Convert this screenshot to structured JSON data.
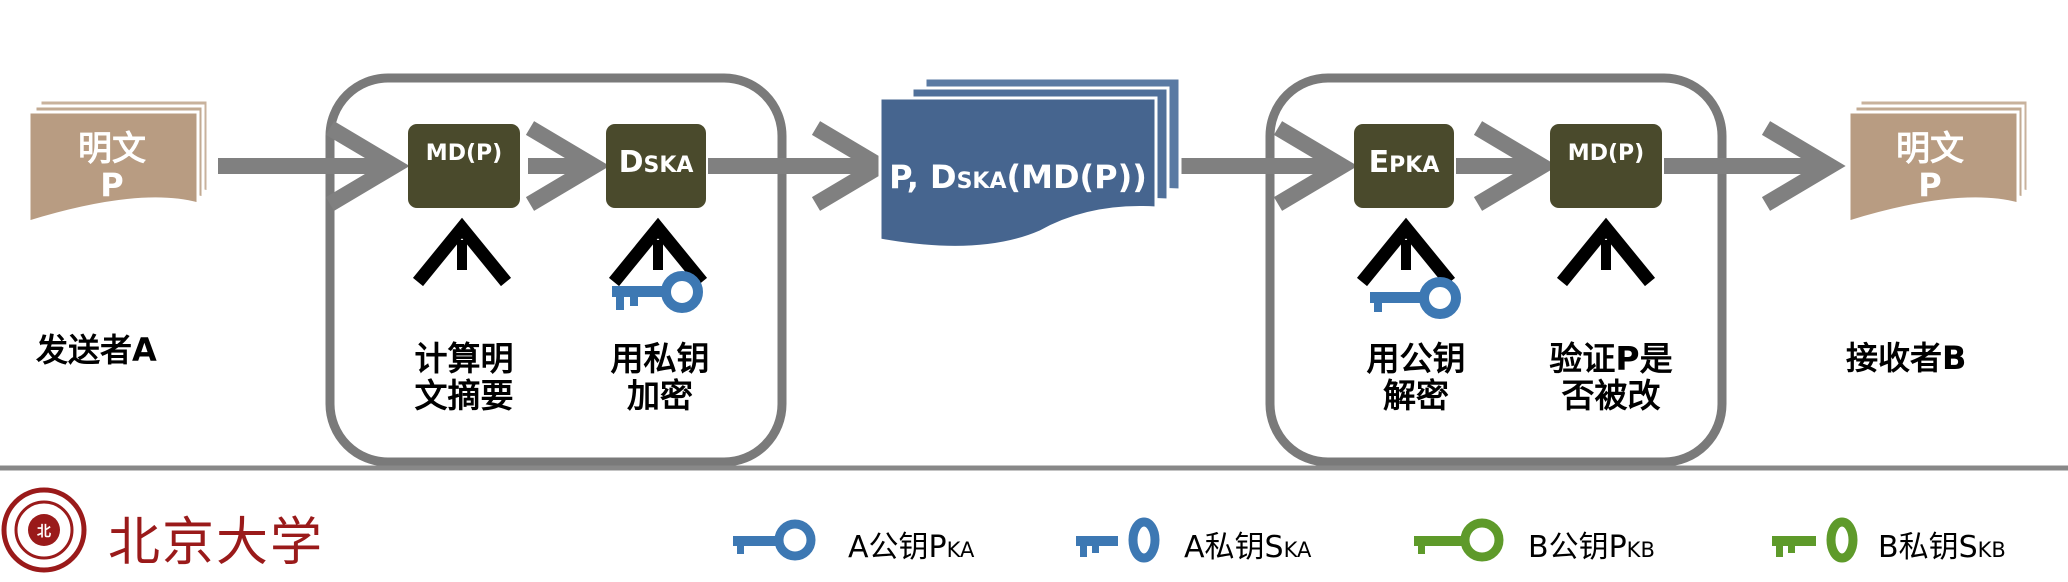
{
  "sender": {
    "doc_line1": "明文",
    "doc_line2": "P",
    "label": "发送者A"
  },
  "receiver": {
    "doc_line1": "明文",
    "doc_line2": "P",
    "label": "接收者B"
  },
  "sign_box": {
    "step1": {
      "box_text": "MD(P)",
      "caption": "计算明\n文摘要"
    },
    "step2": {
      "box_text_main": "D",
      "box_text_sub": "SKA",
      "caption": "用私钥\n加密"
    }
  },
  "message": {
    "text_pre": "P, D",
    "text_sub": "SKA",
    "text_post": "(MD(P))"
  },
  "verify_box": {
    "step1": {
      "box_text_main": "E",
      "box_text_sub": "PKA",
      "caption": "用公钥\n解密"
    },
    "step2": {
      "box_text": "MD(P)",
      "caption": "验证P是\n否被改"
    }
  },
  "footer": {
    "university": "北京大学",
    "legend": [
      {
        "main": "A公钥P",
        "sub": "KA",
        "color": "#3d78b3",
        "icon": "key-icon"
      },
      {
        "main": "A私钥S",
        "sub": "KA",
        "color": "#3d78b3",
        "icon": "key-icon"
      },
      {
        "main": "B公钥P",
        "sub": "KB",
        "color": "#5e9a2a",
        "icon": "key-icon"
      },
      {
        "main": "B私钥S",
        "sub": "KB",
        "color": "#5e9a2a",
        "icon": "key-icon"
      }
    ]
  },
  "colors": {
    "doc": "#b89c82",
    "step_box": "#4a4a2c",
    "message": "#46658f",
    "arrow": "#808080",
    "frame": "#7a7a7a",
    "key_blue": "#3d78b3",
    "key_green": "#5e9a2a"
  }
}
